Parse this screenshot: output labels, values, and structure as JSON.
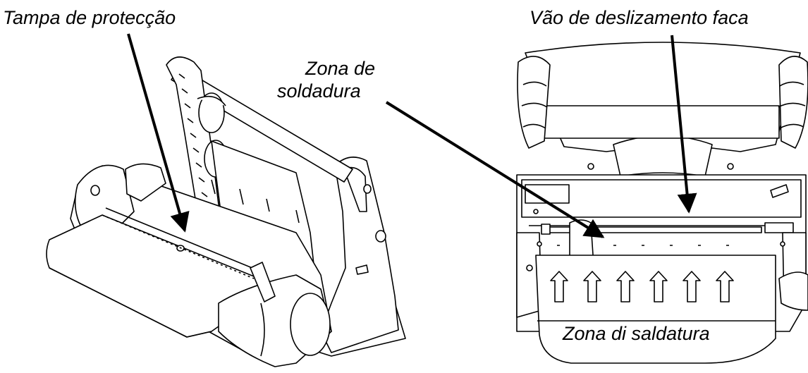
{
  "labels": {
    "left_cover": "Tampa de protecção",
    "middle_zone_line1": "Zona de",
    "middle_zone_line2": "soldadura",
    "right_slide": "Vão de deslizamento faca",
    "right_zone": "Zona di saldatura"
  },
  "icons": {
    "arrow": "up-arrow-icon",
    "count": 6
  },
  "colors": {
    "line": "#000000",
    "background": "#ffffff"
  }
}
